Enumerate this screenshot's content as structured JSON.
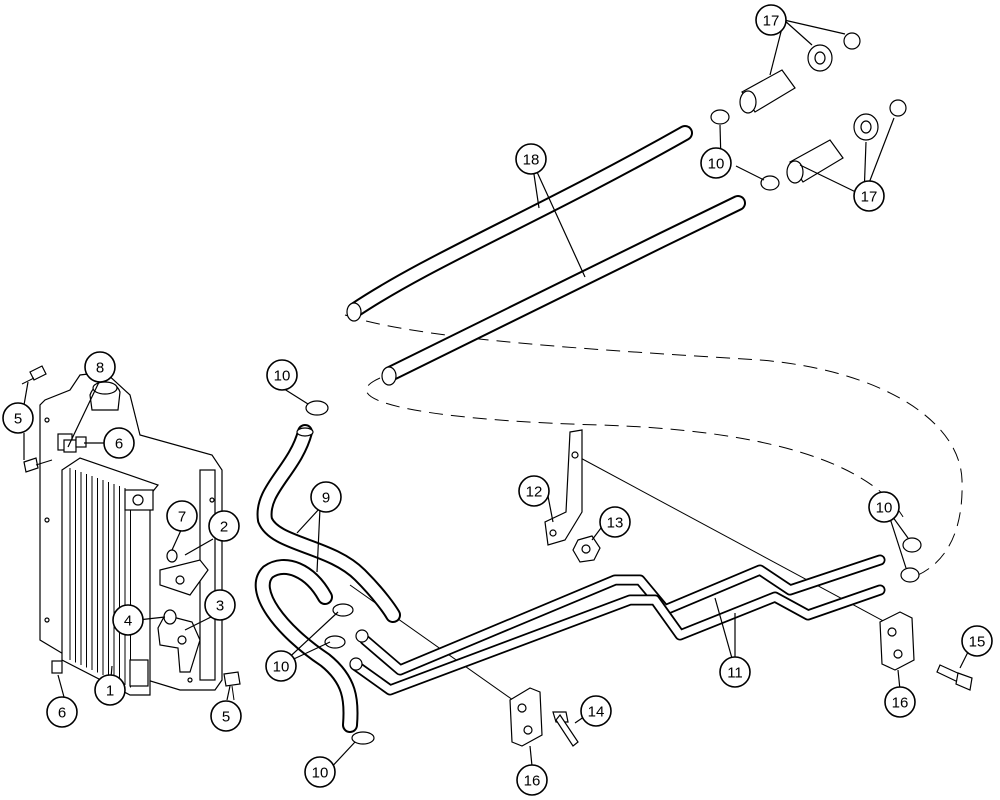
{
  "callouts": [
    {
      "label": "1"
    },
    {
      "label": "2"
    },
    {
      "label": "3"
    },
    {
      "label": "4"
    },
    {
      "label": "5"
    },
    {
      "label": "5"
    },
    {
      "label": "6"
    },
    {
      "label": "6"
    },
    {
      "label": "7"
    },
    {
      "label": "8"
    },
    {
      "label": "9"
    },
    {
      "label": "10"
    },
    {
      "label": "10"
    },
    {
      "label": "10"
    },
    {
      "label": "10"
    },
    {
      "label": "10"
    },
    {
      "label": "11"
    },
    {
      "label": "12"
    },
    {
      "label": "13"
    },
    {
      "label": "14"
    },
    {
      "label": "15"
    },
    {
      "label": "16"
    },
    {
      "label": "16"
    },
    {
      "label": "17"
    },
    {
      "label": "17"
    },
    {
      "label": "18"
    }
  ]
}
